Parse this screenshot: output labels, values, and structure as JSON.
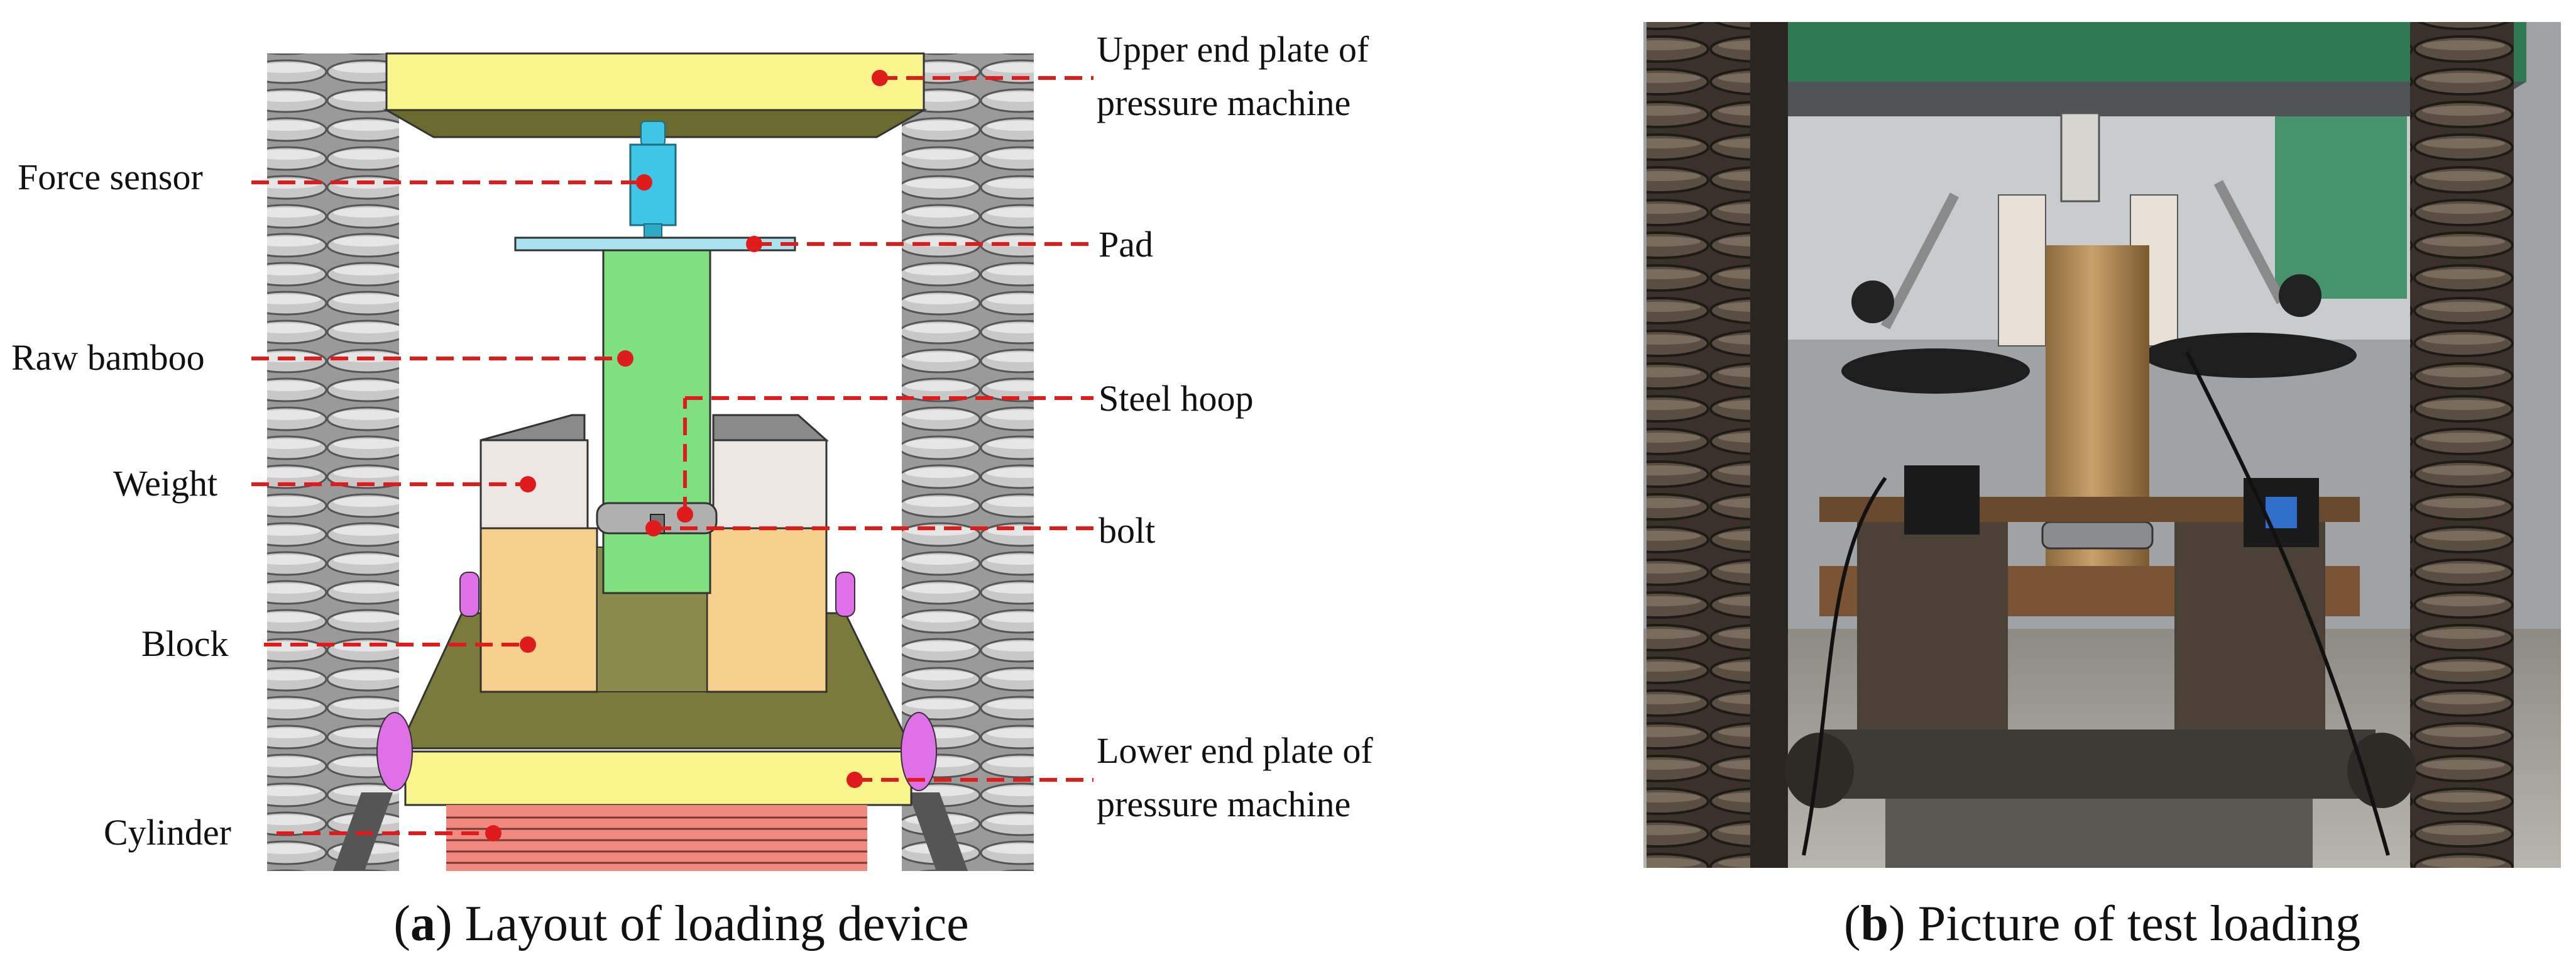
{
  "panel_a": {
    "labels": {
      "upper_plate_line1": "Upper end plate of",
      "upper_plate_line2": "pressure machine",
      "force_sensor": "Force sensor",
      "pad": "Pad",
      "raw_bamboo": "Raw bamboo",
      "steel_hoop": "Steel hoop",
      "weight": "Weight",
      "bolt": "bolt",
      "block": "Block",
      "lower_plate_line1": "Lower end plate of",
      "lower_plate_line2": "pressure machine",
      "cylinder": "Cylinder"
    },
    "caption_letter": "a",
    "caption_text": " Layout of loading device"
  },
  "panel_b": {
    "caption_letter": "b",
    "caption_text": " Picture of test loading"
  },
  "colors": {
    "leader": "#e01b1b",
    "upper_plate": "#f8f58c",
    "plate_shadow": "#6a6a2e",
    "force_sensor": "#3fc6e6",
    "pad": "#a9e3ef",
    "bamboo": "#7fe07f",
    "weight": "#ece6e2",
    "block": "#f8d08e",
    "base": "#7a7a3a",
    "roller": "#e070e8",
    "cylinder": "#f08a80",
    "screw": "#a0a0a0"
  }
}
